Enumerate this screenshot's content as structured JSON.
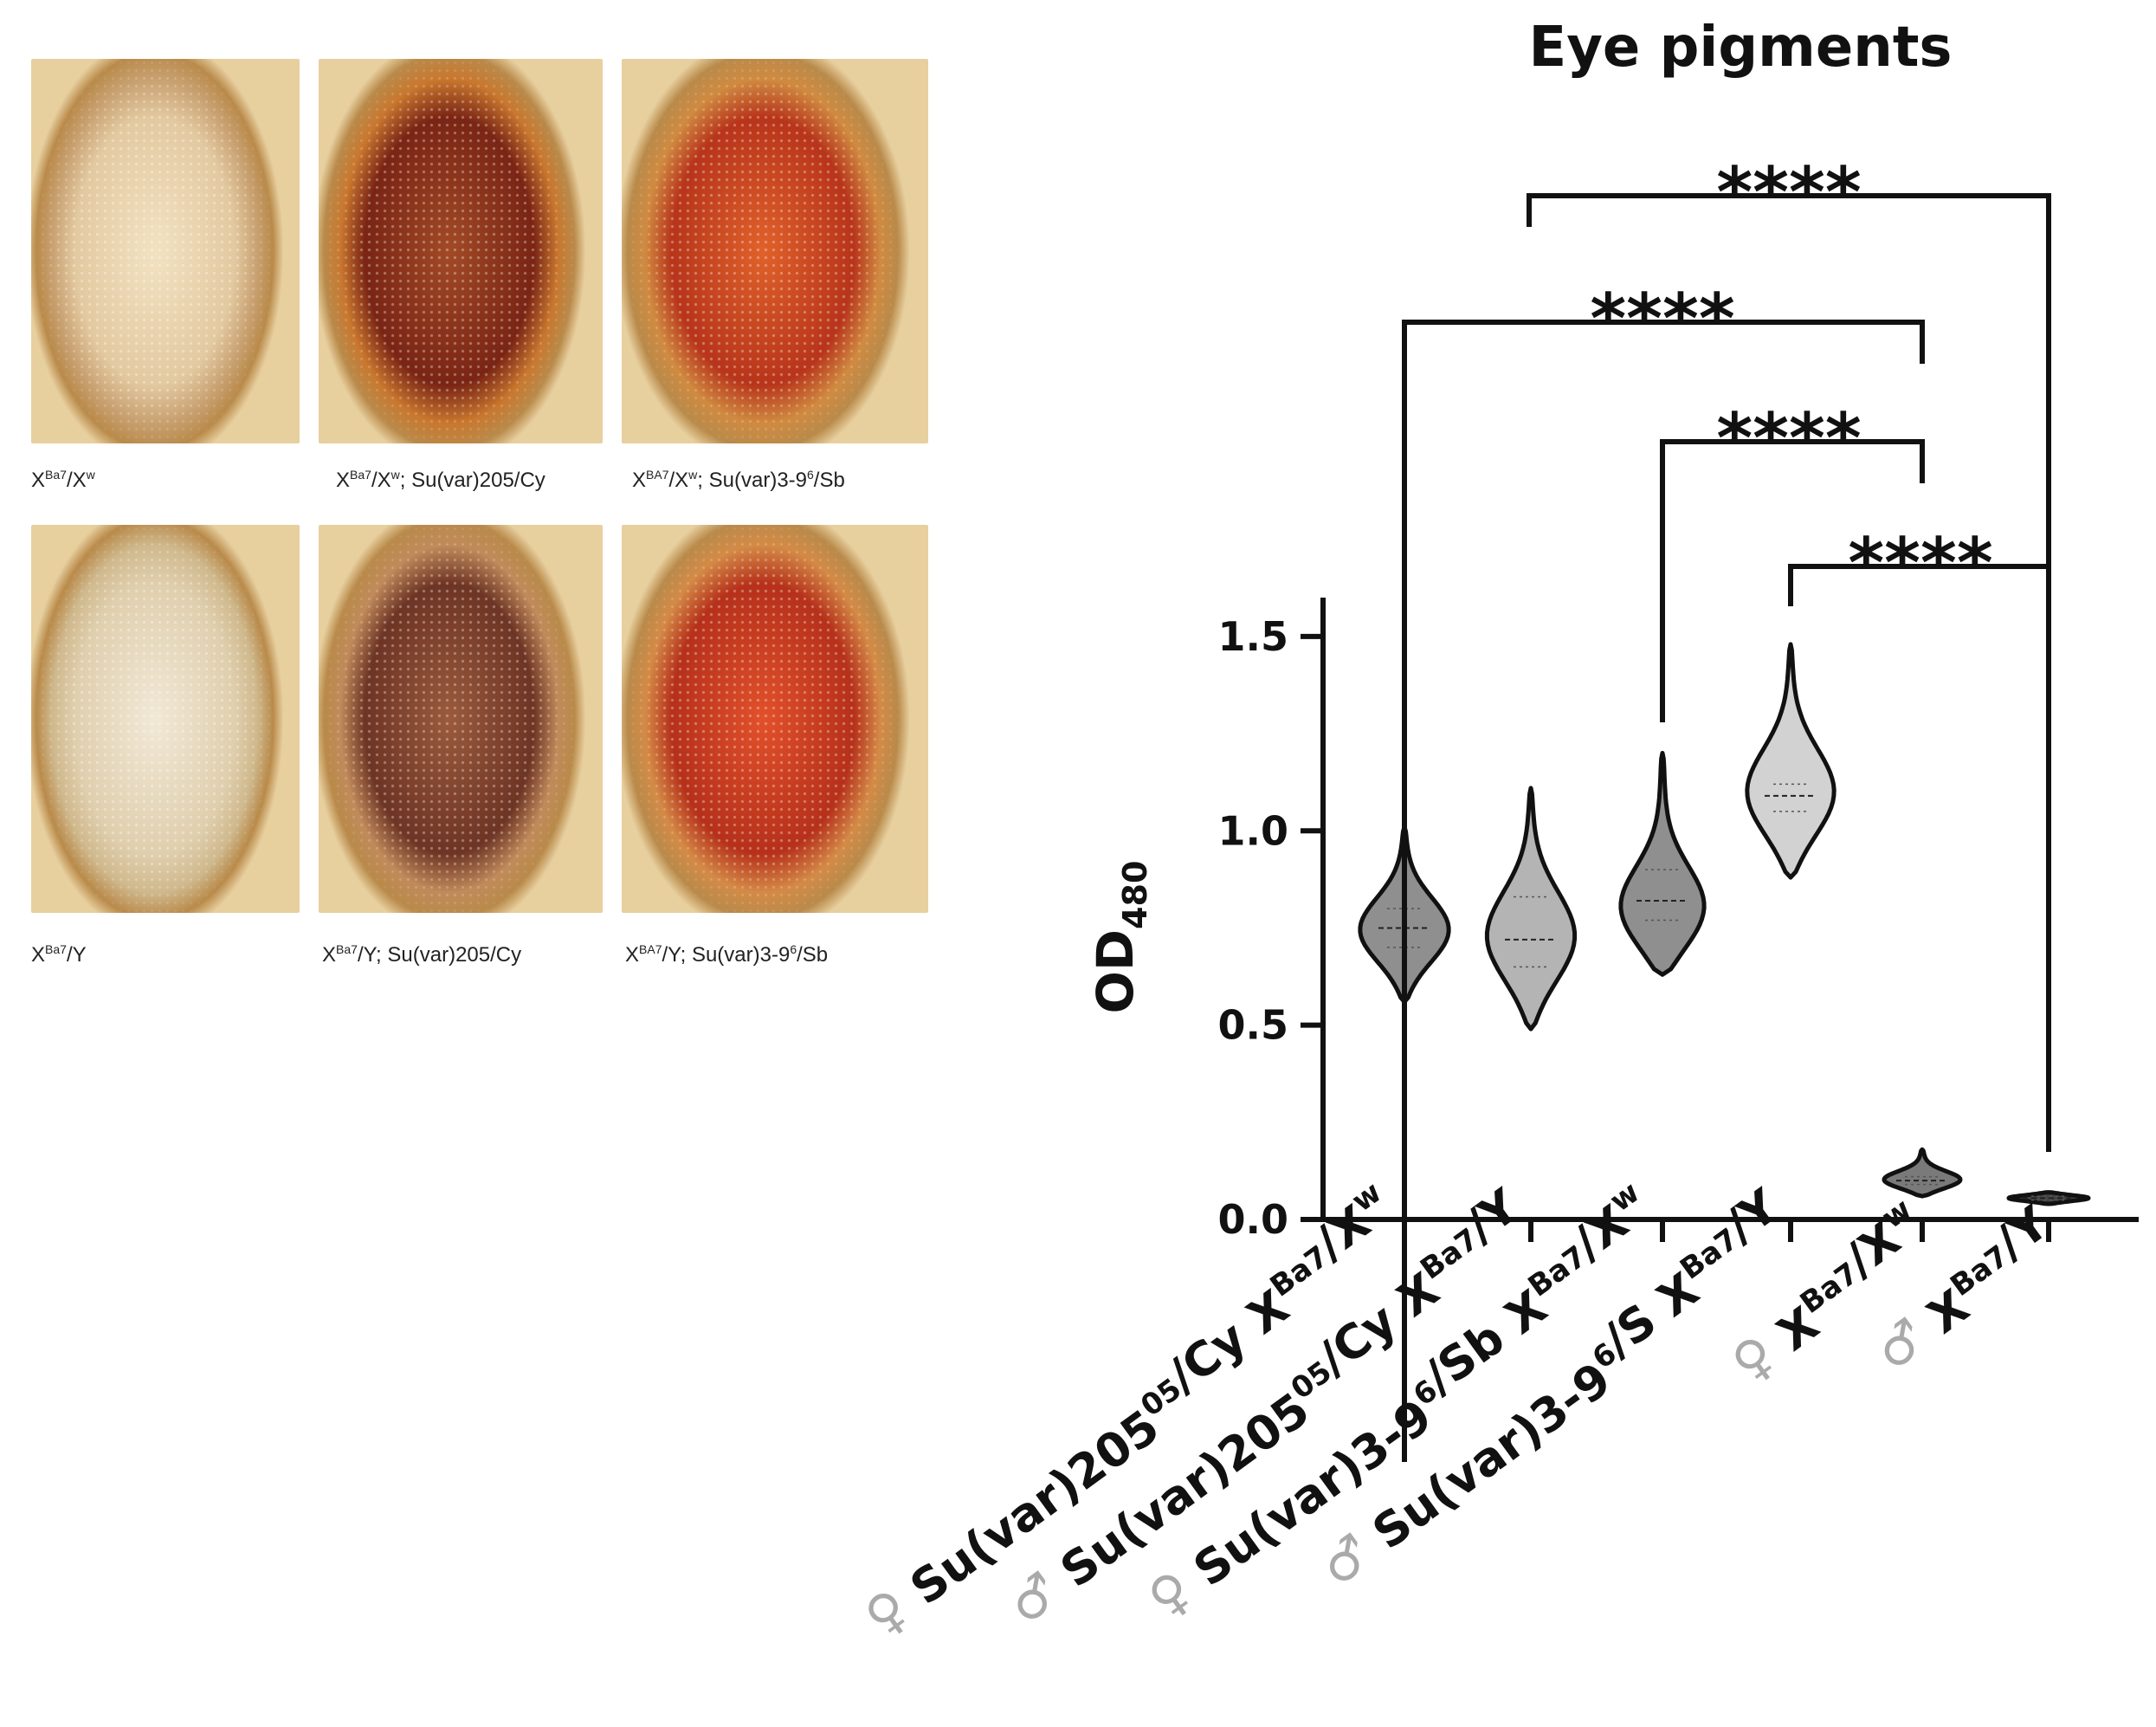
{
  "figure": {
    "photos": [
      {
        "label": "X^{Ba7}/X^{w}",
        "label_parts": [
          [
            "X",
            ""
          ],
          [
            "Ba7",
            "sup"
          ],
          [
            "/X",
            ""
          ],
          [
            "w",
            "sup"
          ]
        ],
        "eye_color": "pale",
        "colors": [
          "#f2e2c2",
          "#e3c9a0",
          "#c8a070"
        ]
      },
      {
        "label": "X^{Ba7}/X^{w}; Su(var)205/Cy",
        "label_parts": [
          [
            "X",
            ""
          ],
          [
            "Ba7",
            "sup"
          ],
          [
            "/X",
            ""
          ],
          [
            "w",
            "sup"
          ],
          [
            "; Su(var)205/Cy",
            ""
          ]
        ],
        "eye_color": "dark-red mottled",
        "colors": [
          "#a24a26",
          "#7a2414",
          "#c9772e"
        ]
      },
      {
        "label": "X^{BA7}/X^{w}; Su(var)3-9^{6}/Sb",
        "label_parts": [
          [
            "X",
            ""
          ],
          [
            "BA7",
            "sup"
          ],
          [
            "/X",
            ""
          ],
          [
            "w",
            "sup"
          ],
          [
            "; Su(var)3-9",
            ""
          ],
          [
            "6",
            "sup"
          ],
          [
            "/Sb",
            ""
          ]
        ],
        "eye_color": "red",
        "colors": [
          "#e0612a",
          "#b8341a",
          "#d08a40"
        ]
      },
      {
        "label": "X^{Ba7}/Y",
        "label_parts": [
          [
            "X",
            ""
          ],
          [
            "Ba7",
            "sup"
          ],
          [
            "/Y",
            ""
          ]
        ],
        "eye_color": "pale",
        "colors": [
          "#f1e8d6",
          "#e0cfae",
          "#cfb88c"
        ]
      },
      {
        "label": "X^{Ba7}/Y; Su(var)205/Cy",
        "label_parts": [
          [
            "X",
            ""
          ],
          [
            "Ba7",
            "sup"
          ],
          [
            "/Y;  Su(var)205/Cy",
            ""
          ]
        ],
        "eye_color": "brown mottled",
        "colors": [
          "#9a5a3c",
          "#6e3424",
          "#c08a5a"
        ]
      },
      {
        "label": "X^{BA7}/Y; Su(var)3-9^{6}/Sb",
        "label_parts": [
          [
            "X",
            ""
          ],
          [
            "BA7",
            "sup"
          ],
          [
            "/Y; Su(var)3-9",
            ""
          ],
          [
            "6",
            "sup"
          ],
          [
            "/Sb",
            ""
          ]
        ],
        "eye_color": "red",
        "colors": [
          "#e2502a",
          "#b6301a",
          "#d48a46"
        ]
      }
    ]
  },
  "chart_data": {
    "type": "violin",
    "title": "Eye pigments",
    "ylabel": "OD",
    "ylabel_sub": "480",
    "ylim": [
      0,
      1.6
    ],
    "yticks": [
      "0.0",
      "0.5",
      "1.0",
      "1.5"
    ],
    "ytick_values": [
      0.0,
      0.5,
      1.0,
      1.5
    ],
    "categories": [
      {
        "sex": "♀",
        "parts": [
          [
            "Su(var)205",
            ""
          ],
          [
            "05",
            "sup"
          ],
          [
            "/Cy X",
            ""
          ],
          [
            "Ba7",
            "sup"
          ],
          [
            "/X",
            ""
          ],
          [
            "w",
            "sup"
          ]
        ]
      },
      {
        "sex": "♂",
        "parts": [
          [
            "Su(var)205",
            ""
          ],
          [
            "05",
            "sup"
          ],
          [
            "/Cy X",
            ""
          ],
          [
            "Ba7",
            "sup"
          ],
          [
            "/Y",
            ""
          ]
        ]
      },
      {
        "sex": "♀",
        "parts": [
          [
            "Su(var)3-9",
            ""
          ],
          [
            "6",
            "sup"
          ],
          [
            "/Sb X",
            ""
          ],
          [
            "Ba7",
            "sup"
          ],
          [
            "/X",
            ""
          ],
          [
            "w",
            "sup"
          ]
        ]
      },
      {
        "sex": "♂",
        "parts": [
          [
            "Su(var)3-9",
            ""
          ],
          [
            "6",
            "sup"
          ],
          [
            "/S X",
            ""
          ],
          [
            "Ba7",
            "sup"
          ],
          [
            "/Y",
            ""
          ]
        ]
      },
      {
        "sex": "♀",
        "parts": [
          [
            "X",
            ""
          ],
          [
            "Ba7",
            "sup"
          ],
          [
            "/X",
            ""
          ],
          [
            "w",
            "sup"
          ]
        ]
      },
      {
        "sex": "♂",
        "parts": [
          [
            "X",
            ""
          ],
          [
            "Ba7",
            "sup"
          ],
          [
            "/Y",
            ""
          ]
        ]
      }
    ],
    "violins": [
      {
        "min": 0.56,
        "max": 1.01,
        "median": 0.75,
        "q1": 0.7,
        "q3": 0.8,
        "mode": 0.74,
        "color": "#8f8f8f"
      },
      {
        "min": 0.49,
        "max": 1.11,
        "median": 0.72,
        "q1": 0.65,
        "q3": 0.83,
        "mode": 0.72,
        "color": "#b4b4b4"
      },
      {
        "min": 0.63,
        "max": 1.2,
        "median": 0.82,
        "q1": 0.77,
        "q3": 0.9,
        "mode": 0.79,
        "color": "#8f8f8f"
      },
      {
        "min": 0.88,
        "max": 1.48,
        "median": 1.09,
        "q1": 1.05,
        "q3": 1.12,
        "mode": 1.09,
        "color": "#d2d2d2"
      },
      {
        "min": 0.06,
        "max": 0.18,
        "median": 0.1,
        "q1": 0.09,
        "q3": 0.11,
        "mode": 0.1,
        "color": "#7a7a7a"
      },
      {
        "min": 0.04,
        "max": 0.07,
        "median": 0.055,
        "q1": 0.05,
        "q3": 0.06,
        "mode": 0.055,
        "color": "#444444"
      }
    ],
    "significance": [
      {
        "from": 1,
        "to": 5,
        "label": "****"
      },
      {
        "from": 0,
        "to": 4,
        "label": "****"
      },
      {
        "from": 2,
        "to": 4,
        "label": "****"
      },
      {
        "from": 3,
        "to": 5,
        "label": "****"
      }
    ]
  }
}
